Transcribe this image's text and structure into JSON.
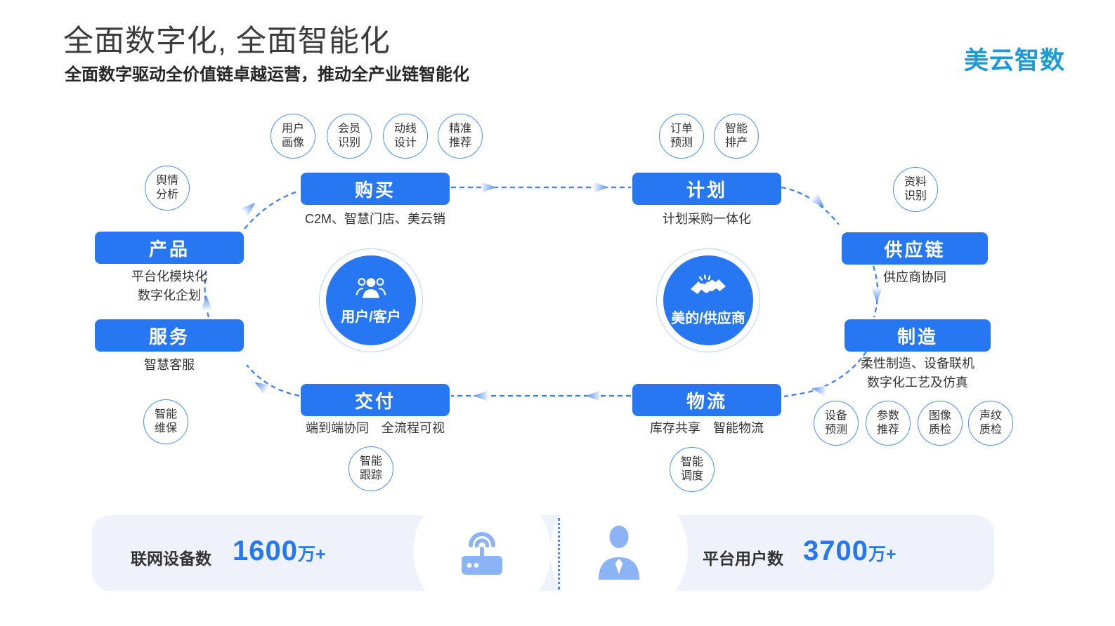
{
  "header": {
    "title": "全面数字化, 全面智能化",
    "subtitle": "全面数字驱动全价值链卓越运营，推动全产业链智能化",
    "logo": "美云智数"
  },
  "colors": {
    "primary_blue": "#2777f3",
    "logo_blue": "#1a9bd7",
    "dash_blue": "#3b7df5",
    "light_icon_blue": "#8bb3f5",
    "bar_background": "#edf2fb",
    "bubble_border": "#4a90f7"
  },
  "icons": {
    "hub_left": "people-group-icon",
    "hub_right": "handshake-icon",
    "stat_left": "router-wifi-icon",
    "stat_right": "user-icon"
  },
  "bubbles": [
    {
      "line1": "用户",
      "line2": "画像"
    },
    {
      "line1": "会员",
      "line2": "识别"
    },
    {
      "line1": "动线",
      "line2": "设计"
    },
    {
      "line1": "精准",
      "line2": "推荐"
    },
    {
      "line1": "订单",
      "line2": "预测"
    },
    {
      "line1": "智能",
      "line2": "排产"
    },
    {
      "line1": "舆情",
      "line2": "分析"
    },
    {
      "line1": "资料",
      "line2": "识别"
    },
    {
      "line1": "智能",
      "line2": "维保"
    },
    {
      "line1": "智能",
      "line2": "跟踪"
    },
    {
      "line1": "智能",
      "line2": "调度"
    },
    {
      "line1": "设备",
      "line2": "预测"
    },
    {
      "line1": "参数",
      "line2": "推荐"
    },
    {
      "line1": "图像",
      "line2": "质检"
    },
    {
      "line1": "声纹",
      "line2": "质检"
    }
  ],
  "stages": [
    {
      "label": "购买",
      "sub1": "C2M、智慧门店、美云销"
    },
    {
      "label": "计划",
      "sub1": "计划采购一体化"
    },
    {
      "label": "产品",
      "sub1": "平台化模块化",
      "sub2": "数字化企划"
    },
    {
      "label": "供应链",
      "sub1": "供应商协同"
    },
    {
      "label": "服务",
      "sub1": "智慧客服"
    },
    {
      "label": "制造",
      "sub1": "柔性制造、设备联机",
      "sub2": "数字化工艺及仿真"
    },
    {
      "label": "交付",
      "sub1": "端到端协同　全流程可视"
    },
    {
      "label": "物流",
      "sub1": "库存共享　智能物流"
    }
  ],
  "hubs": [
    {
      "label": "用户/客户"
    },
    {
      "label": "美的/供应商"
    }
  ],
  "stats": [
    {
      "label": "联网设备数",
      "value": "1600",
      "unit": "万+"
    },
    {
      "label": "平台用户数",
      "value": "3700",
      "unit": "万+"
    }
  ]
}
